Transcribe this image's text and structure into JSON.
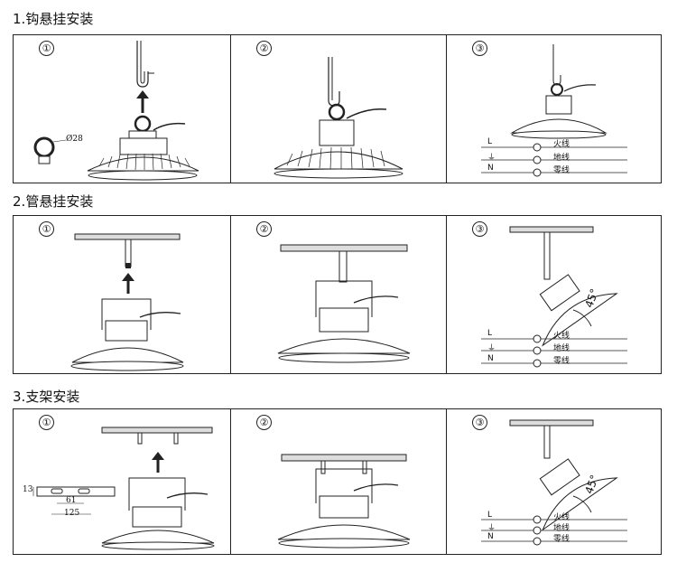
{
  "sections": [
    {
      "title": "钩悬挂安装",
      "index": "1."
    },
    {
      "title": "管悬挂安装",
      "index": "2."
    },
    {
      "title": "支架安装",
      "index": "3."
    }
  ],
  "steps": [
    "①",
    "②",
    "③"
  ],
  "wires": {
    "L": "L",
    "PE": "⏚",
    "N": "N",
    "live": "火线",
    "earth": "地线",
    "neutral": "零线"
  },
  "dims": {
    "ring_dia": "Ø28",
    "bracket_h": "13",
    "hole_pitch": "61",
    "bracket_len": "125"
  },
  "angle": "45°"
}
